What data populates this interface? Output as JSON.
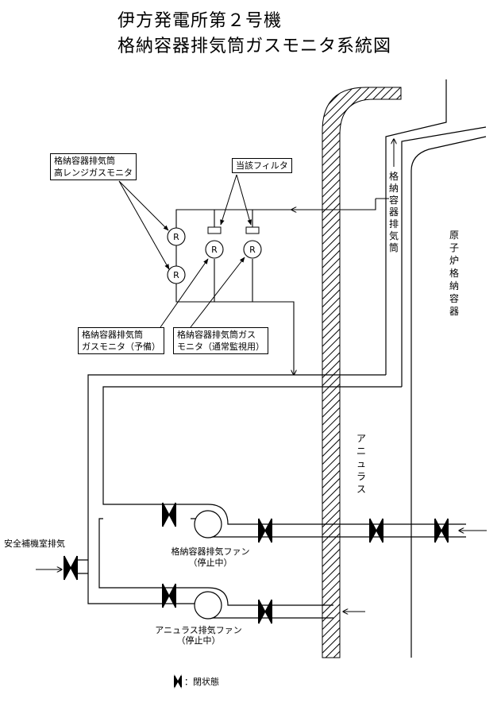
{
  "title": {
    "line1": "伊方発電所第２号機",
    "line2": "格納容器排気筒ガスモニタ系統図"
  },
  "labels": {
    "high_range_monitor": [
      "格納容器排気筒",
      "高レンジガスモニタ"
    ],
    "target_filter": "当該フィルタ",
    "spare_monitor": [
      "格納容器排気筒",
      "ガスモニタ（予備）"
    ],
    "normal_monitor": [
      "格納容器排気筒ガス",
      "モニタ（通常監視用）"
    ],
    "stack_vertical": "格納容器排気筒",
    "containment_vertical": "原子炉格納容器",
    "annulus_vertical": "アニュラス",
    "safety_aux_exhaust": "安全補機室排気",
    "cv_fan": [
      "格納容器排気ファン",
      "（停止中）"
    ],
    "annulus_fan": [
      "アニュラス排気ファン",
      "（停止中）"
    ],
    "legend": "：閉状態"
  },
  "monitor_symbol": "R",
  "valve_state": "closed"
}
